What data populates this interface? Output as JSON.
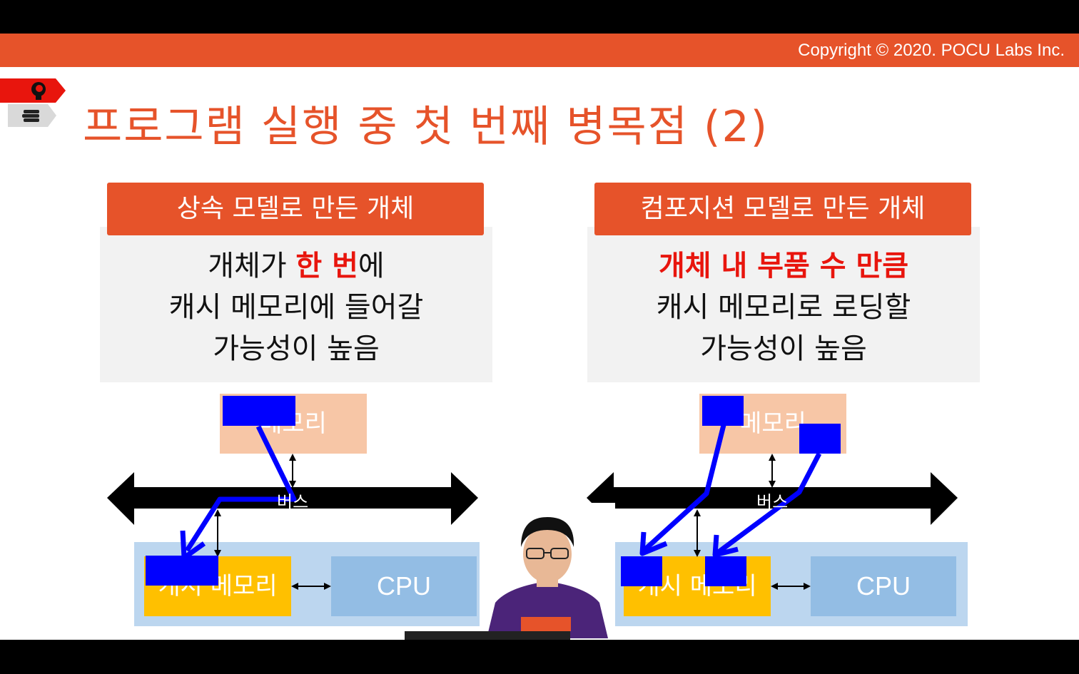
{
  "header": {
    "copyright": "Copyright © 2020. POCU Labs Inc."
  },
  "title": "프로그램 실행 중 첫 번째 병목점 (2)",
  "left_panel": {
    "header": "상속 모델로 만든 개체",
    "line1_pre": "개체가 ",
    "line1_hl": "한 번",
    "line1_post": "에",
    "line2": "캐시 메모리에 들어갈",
    "line3": "가능성이 높음"
  },
  "right_panel": {
    "header": "컴포지션 모델로 만든 개체",
    "line1_hl": "개체 내 부품 수 만큼",
    "line2": "캐시 메모리로 로딩할",
    "line3": "가능성이 높음"
  },
  "diagram": {
    "memory_label": "메모리",
    "bus_label": "버스",
    "cache_label": "캐시 메모리",
    "cpu_label": "CPU"
  },
  "colors": {
    "accent": "#e6532a",
    "highlight": "#e8150d",
    "memory": "#f7c6a6",
    "cache": "#ffc000",
    "cpu": "#93bde4",
    "annotation": "#0000ff"
  }
}
